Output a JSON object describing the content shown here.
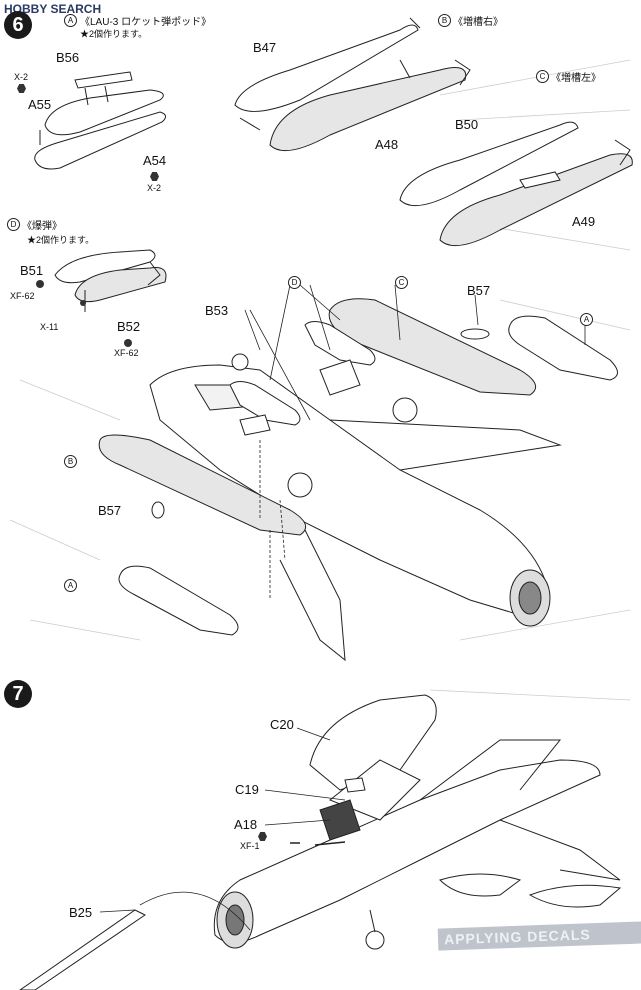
{
  "watermark": "HOBBY SEARCH",
  "steps": [
    {
      "id": "step-6",
      "number": "6"
    },
    {
      "id": "step-7",
      "number": "7"
    }
  ],
  "sub_a": {
    "letter": "A",
    "title": "《LAU-3 ロケット弾ポッド》",
    "note": "★2個作ります。"
  },
  "sub_b": {
    "letter": "B",
    "title": "《増槽右》"
  },
  "sub_c": {
    "letter": "C",
    "title": "《増槽左》"
  },
  "sub_d": {
    "letter": "D",
    "title": "《爆弾》",
    "note": "★2個作ります。"
  },
  "parts": {
    "B56": "B56",
    "A55": "A55",
    "A54": "A54",
    "B47": "B47",
    "A48": "A48",
    "B50": "B50",
    "A49": "A49",
    "B51": "B51",
    "B52": "B52",
    "B53": "B53",
    "B57a": "B57",
    "B57b": "B57",
    "C20": "C20",
    "C19": "C19",
    "A18": "A18",
    "B25": "B25"
  },
  "screws": {
    "x2a": "X-2",
    "x2b": "X-2",
    "xf62a": "XF-62",
    "xf62b": "XF-62",
    "x11": "X-11",
    "xf1": "XF-1"
  },
  "markers": {
    "D1": "D",
    "C1": "C",
    "A1": "A",
    "B1": "B",
    "A2": "A"
  },
  "side_banner": "APPLYING DECALS"
}
